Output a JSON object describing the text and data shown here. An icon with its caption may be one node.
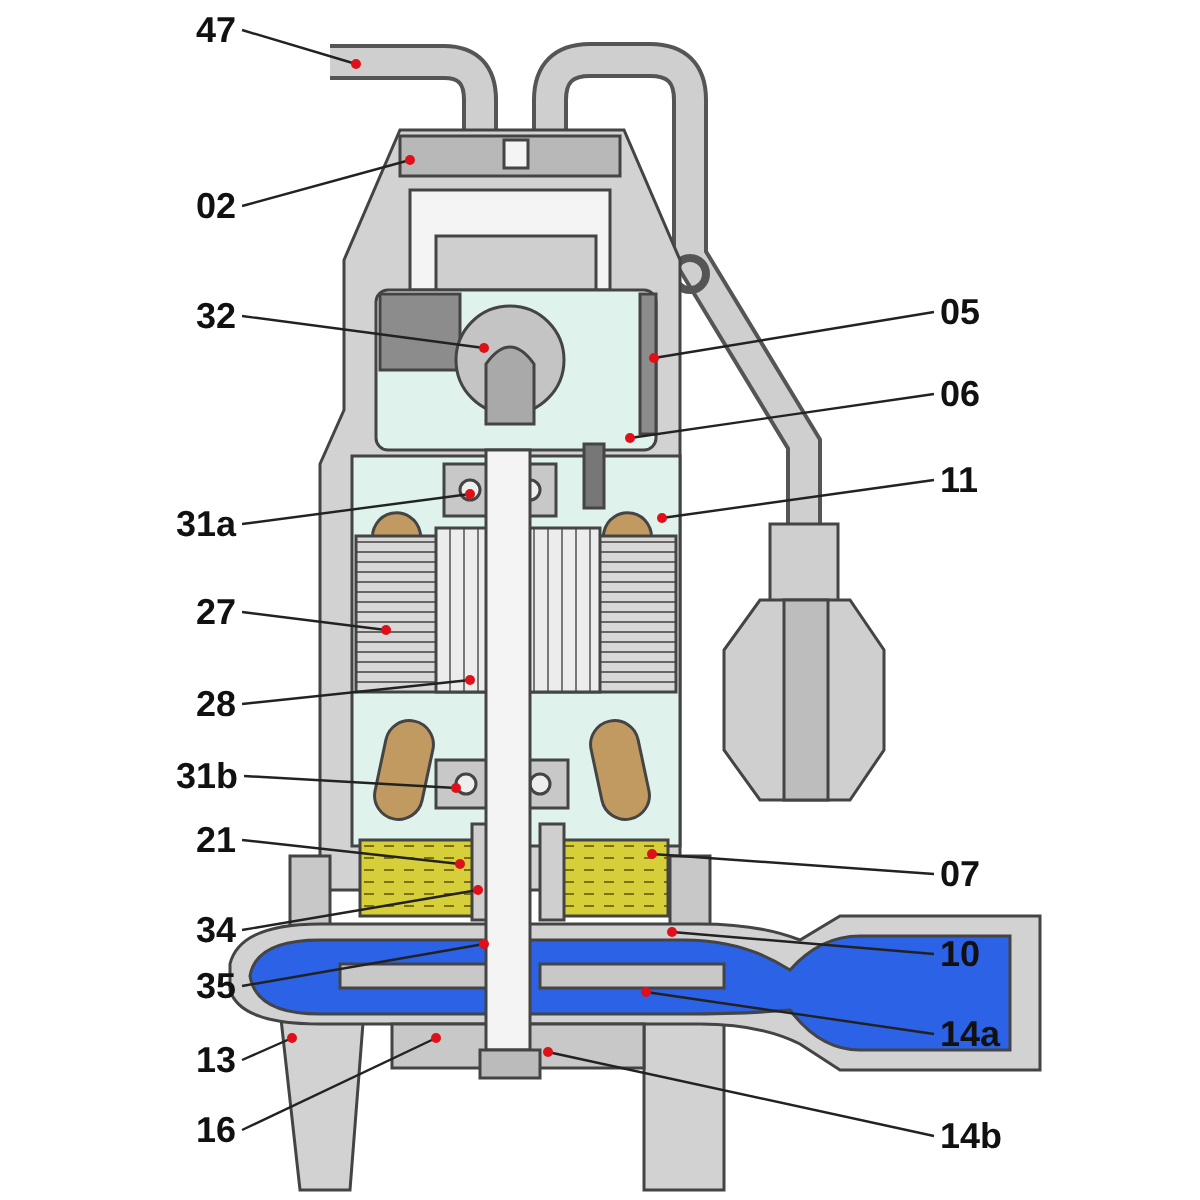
{
  "diagram": {
    "nodes": [
      {
        "text": [
          "47"
        ]
      },
      {
        "text": [
          "02"
        ]
      },
      {
        "text": [
          "05"
        ]
      },
      {
        "text": [
          "32"
        ]
      },
      {
        "text": [
          "06"
        ]
      },
      {
        "text": [
          "11"
        ]
      },
      {
        "text": [
          "31a"
        ]
      },
      {
        "text": [
          "27"
        ]
      },
      {
        "text": [
          "28"
        ]
      },
      {
        "text": [
          "31b"
        ]
      },
      {
        "text": [
          "21"
        ]
      },
      {
        "text": [
          "07"
        ]
      },
      {
        "text": [
          "34"
        ]
      },
      {
        "text": [
          "10"
        ]
      },
      {
        "text": [
          "35"
        ]
      },
      {
        "text": [
          "14a"
        ]
      },
      {
        "text": [
          "13"
        ]
      },
      {
        "text": [
          "16"
        ]
      },
      {
        "text": [
          "14b"
        ]
      }
    ],
    "edges": [
      {
        "from": 0,
        "to": null,
        "arrow": "other"
      },
      {
        "from": 1,
        "to": null,
        "arrow": "other"
      },
      {
        "from": 2,
        "to": null,
        "arrow": "other"
      },
      {
        "from": 3,
        "to": null,
        "arrow": "other"
      },
      {
        "from": 4,
        "to": null,
        "arrow": "other"
      },
      {
        "from": 5,
        "to": null,
        "arrow": "other"
      },
      {
        "from": 6,
        "to": null,
        "arrow": "other"
      },
      {
        "from": 7,
        "to": null,
        "arrow": "other"
      },
      {
        "from": 8,
        "to": null,
        "arrow": "other"
      },
      {
        "from": 9,
        "to": null,
        "arrow": "other"
      },
      {
        "from": 10,
        "to": null,
        "arrow": "other"
      },
      {
        "from": 11,
        "to": null,
        "arrow": "other"
      },
      {
        "from": 12,
        "to": null,
        "arrow": "other"
      },
      {
        "from": 13,
        "to": null,
        "arrow": "other"
      },
      {
        "from": 14,
        "to": null,
        "arrow": "other"
      },
      {
        "from": 15,
        "to": null,
        "arrow": "other"
      },
      {
        "from": 16,
        "to": null,
        "arrow": "other"
      },
      {
        "from": 17,
        "to": null,
        "arrow": "other"
      },
      {
        "from": 18,
        "to": null,
        "arrow": "other"
      }
    ]
  }
}
